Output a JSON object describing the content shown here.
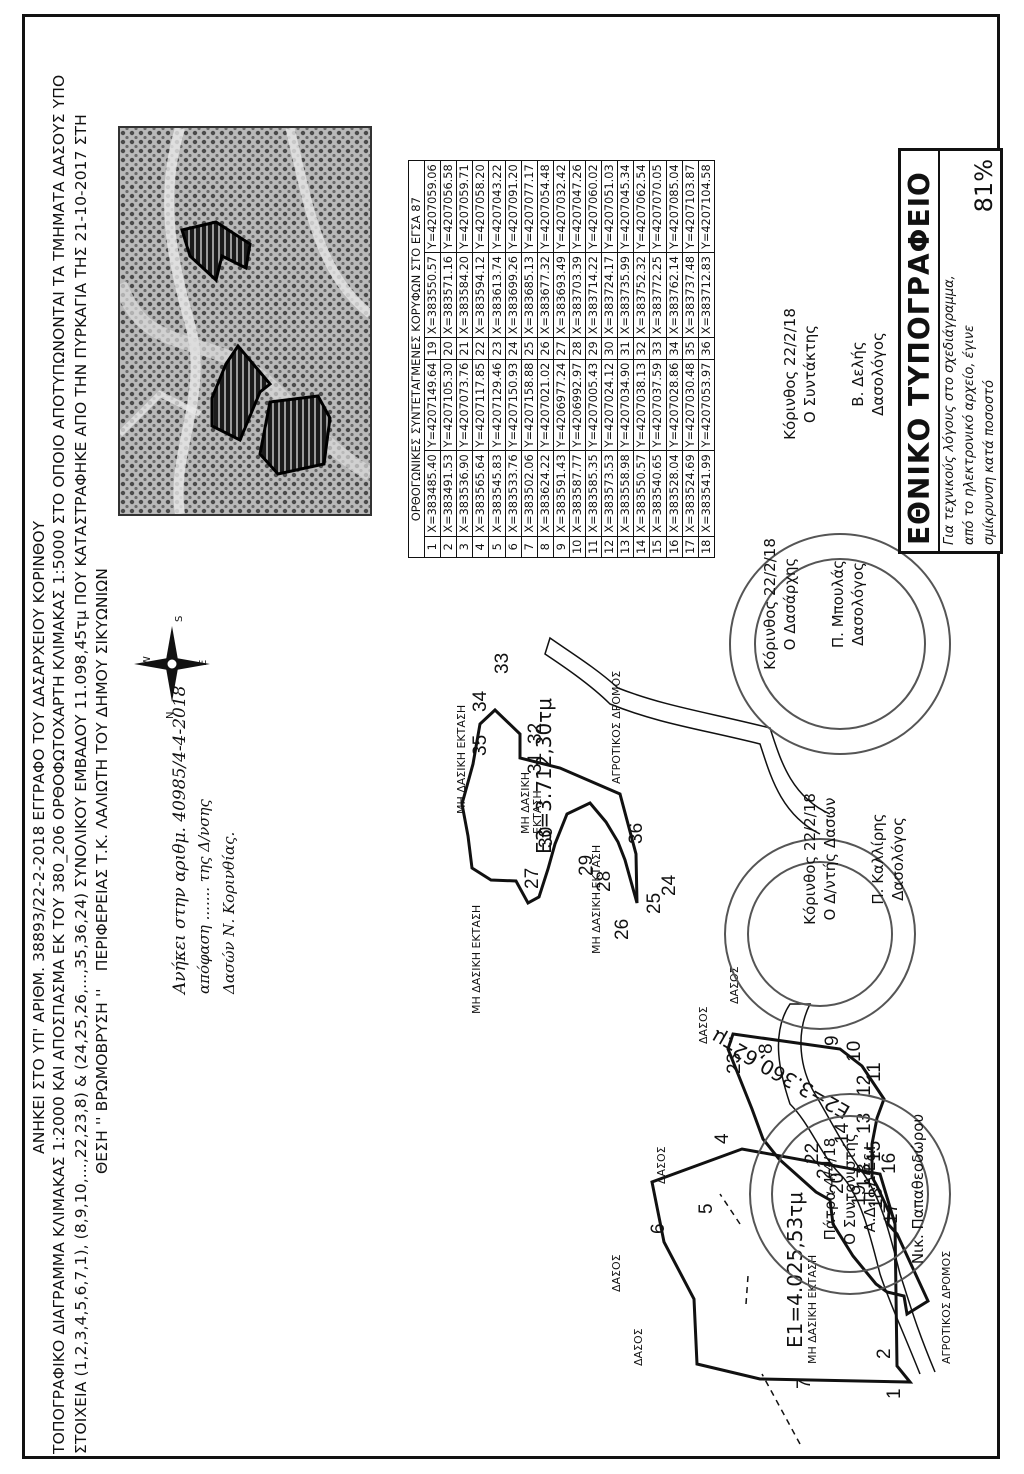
{
  "header": {
    "line1": "ΑΝΗΚΕΙ ΣΤΟ ΥΠ' ΑΡΙΘΜ. 38893/22-2-2018 ΕΓΓΡΑΦΟ ΤΟΥ ΔΑΣΑΡΧΕΙΟΥ ΚΟΡΙΝΘΟΥ",
    "line2": "ΤΟΠΟΓΡΑΦΙΚΟ ΔΙΑΓΡΑΜΜΑ ΚΛΙΜΑΚΑΣ 1:2000 ΚΑΙ ΑΠΟΣΠΑΣΜΑ ΕΚ ΤΟΥ 380_206 ΟΡΘΟΦΩΤΟΧΑΡΤΗ ΚΛΙΜΑΚΑΣ 1:5000 ΣΤΟ ΟΠΟΙΟ ΑΠΟΤΥΠΩΝΟΝΤΑΙ ΤΑ ΤΜΗΜΑΤΑ ΔΑΣΟΥΣ ΥΠΟ",
    "line3": "ΣΤΟΙΧΕΙΑ (1,2,3,4,5,6,7,1), (8,9,10,...,22,23,8) & (24,25,26,...,35,36,24) ΣΥΝΟΛΙΚΟΥ ΕΜΒΑΔΟΥ 11.098,45τμ ΠΟΥ ΚΑΤΑΣΤΡΑΦΗΚΕ ΑΠΟ ΤΗΝ ΠΥΡΚΑΓΙΑ ΤΗΣ 21-10-2017 ΣΤΗ",
    "line4a": "ΘΕΣΗ '' ΒΡΩΜΟΒΡΥΣΗ ''",
    "line4b": "ΠΕΡΙΦΕΡΕΙΑΣ Τ.Κ. ΛΑΛΙΩΤΗ ΤΟΥ ΔΗΜΟΥ ΣΙΚΥΩΝΙΩΝ"
  },
  "table": {
    "title": "ΟΡΘΟΓΩΝΙΚΕΣ ΣΥΝΤΕΤΑΓΜΕΝΕΣ ΚΟΡΥΦΩΝ ΣΤΟ ΕΓΣΑ 87",
    "rows": [
      {
        "n1": "1",
        "x1": "X=383485.40",
        "y1": "Y=4207149.64",
        "n2": "19",
        "x2": "X=383550.57",
        "y2": "Y=4207059.06"
      },
      {
        "n1": "2",
        "x1": "X=383491.53",
        "y1": "Y=4207105.30",
        "n2": "20",
        "x2": "X=383571.16",
        "y2": "Y=4207056.58"
      },
      {
        "n1": "3",
        "x1": "X=383536.90",
        "y1": "Y=4207073.76",
        "n2": "21",
        "x2": "X=383584.20",
        "y2": "Y=4207059.71"
      },
      {
        "n1": "4",
        "x1": "X=383565.64",
        "y1": "Y=4207117.85",
        "n2": "22",
        "x2": "X=383594.12",
        "y2": "Y=4207058.20"
      },
      {
        "n1": "5",
        "x1": "X=383545.83",
        "y1": "Y=4207129.46",
        "n2": "23",
        "x2": "X=383613.74",
        "y2": "Y=4207043.22"
      },
      {
        "n1": "6",
        "x1": "X=383533.76",
        "y1": "Y=4207150.93",
        "n2": "24",
        "x2": "X=383699.26",
        "y2": "Y=4207091.20"
      },
      {
        "n1": "7",
        "x1": "X=383502.06",
        "y1": "Y=4207158.88",
        "n2": "25",
        "x2": "X=383685.13",
        "y2": "Y=4207077.17"
      },
      {
        "n1": "8",
        "x1": "X=383624.22",
        "y1": "Y=4207021.02",
        "n2": "26",
        "x2": "X=383677.32",
        "y2": "Y=4207054.48"
      },
      {
        "n1": "9",
        "x1": "X=383591.43",
        "y1": "Y=4206977.24",
        "n2": "27",
        "x2": "X=383693.49",
        "y2": "Y=4207032.42"
      },
      {
        "n1": "10",
        "x1": "X=383587.77",
        "y1": "Y=4206992.97",
        "n2": "28",
        "x2": "X=383703.39",
        "y2": "Y=4207047.26"
      },
      {
        "n1": "11",
        "x1": "X=383585.35",
        "y1": "Y=4207005.43",
        "n2": "29",
        "x2": "X=383714.22",
        "y2": "Y=4207060.02"
      },
      {
        "n1": "12",
        "x1": "X=383573.53",
        "y1": "Y=4207024.12",
        "n2": "30",
        "x2": "X=383724.17",
        "y2": "Y=4207051.03"
      },
      {
        "n1": "13",
        "x1": "X=383558.98",
        "y1": "Y=4207034.90",
        "n2": "31",
        "x2": "X=383735.99",
        "y2": "Y=4207045.34"
      },
      {
        "n1": "14",
        "x1": "X=383550.57",
        "y1": "Y=4207038.13",
        "n2": "32",
        "x2": "X=383752.32",
        "y2": "Y=4207062.54"
      },
      {
        "n1": "15",
        "x1": "X=383540.65",
        "y1": "Y=4207037.59",
        "n2": "33",
        "x2": "X=383772.25",
        "y2": "Y=4207070.05"
      },
      {
        "n1": "16",
        "x1": "X=383528.04",
        "y1": "Y=4207028.86",
        "n2": "34",
        "x2": "X=383762.14",
        "y2": "Y=4207085.04"
      },
      {
        "n1": "17",
        "x1": "X=383524.69",
        "y1": "Y=4207030.48",
        "n2": "35",
        "x2": "X=383737.48",
        "y2": "Y=4207103.87"
      },
      {
        "n1": "18",
        "x1": "X=383541.99",
        "y1": "Y=4207053.97",
        "n2": "36",
        "x2": "X=383712.83",
        "y2": "Y=4207104.58"
      }
    ]
  },
  "parcels": {
    "e1": "E1=4.025,53τμ",
    "e2": "E2=3.360,62τμ",
    "e3": "E3=3.712,30τμ"
  },
  "labels": {
    "forest": "ΔΑΣΟΣ",
    "non_forest": "ΜΗ ΔΑΣΙΚΗ ΕΚΤΑΣΗ",
    "non_forest_line1": "ΜΗ ΔΑΣΙΚΗ",
    "non_forest_line2": "ΕΚΤΑΣΗ",
    "road": "ΑΓΡΟΤΙΚΟΣ ΔΡΟΜΟΣ"
  },
  "compass": {
    "n": "N",
    "e": "E",
    "s": "S",
    "w": "W"
  },
  "handwritten_note": {
    "line1": "Ανήκει στην αριθμ. 40985/4-4-2018",
    "line2": "απόφαση ....... της Δ/νσης",
    "line3": "Δασών Ν. Κορινθίας."
  },
  "signatures": [
    {
      "place_date": "Πάτρα 4/4/18",
      "role": "Ο Συντονιστής Α.Δ.Π.Δ.Ε&Ι",
      "name": "Νικ. Παπαθεοδώρου"
    },
    {
      "place_date": "Κόρινθος 22/2/18",
      "role": "Ο Δ/ντής Δασών",
      "name": "Π. Καλλίρης",
      "title": "Δασολόγος"
    },
    {
      "place_date": "Κόρινθος 22/2/18",
      "role": "Ο Δασάρχης",
      "name": "Π. Μπουλάς",
      "title": "Δασολόγος"
    },
    {
      "place_date": "Κόρινθος 22/2/18",
      "role": "Ο Συντάκτης",
      "name": "Β. Δελής",
      "title": "Δασολόγος"
    }
  ],
  "stamp": {
    "title": "ΕΘΝΙΚΟ ΤΥΠΟΓΡΑΦΕΙΟ",
    "desc1": "Για τεχνικούς λόγους στο σχεδιάγραμμα,",
    "desc2": "από το ηλεκτρονικό αρχείο, έγινε",
    "desc3": "σμίκρυνση κατά ποσοστό",
    "percent": "81%"
  }
}
